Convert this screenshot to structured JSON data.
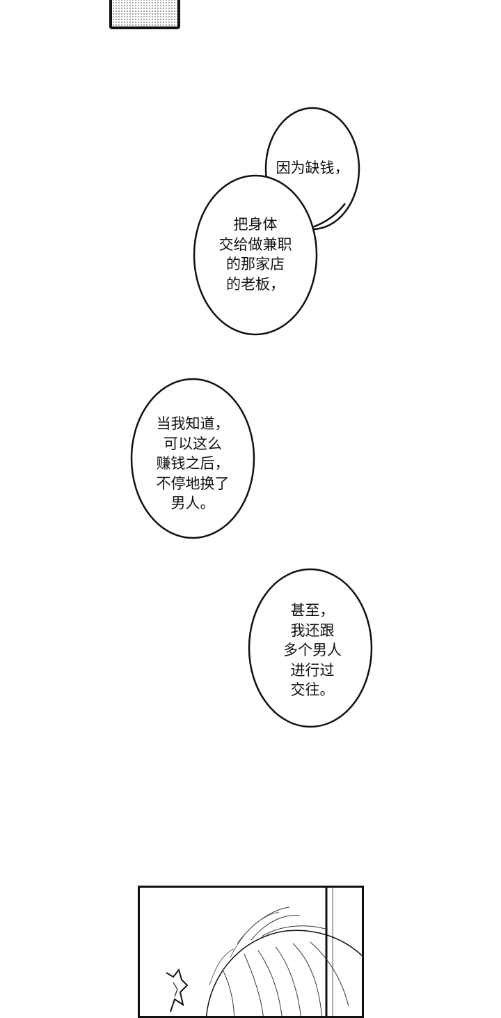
{
  "bubbles": {
    "b1": {
      "text": "因为缺钱，"
    },
    "b2": {
      "text": "把身体\n交给做兼职\n的那家店\n的老板，"
    },
    "b3": {
      "text": "当我知道，\n可以这么\n赚钱之后，\n不停地换了\n男人。"
    },
    "b4": {
      "text": "甚至，\n我还跟\n多个男人\n进行过\n交往。"
    }
  },
  "colors": {
    "ink": "#111111",
    "paper": "#ffffff",
    "screentone": "#8a8a8a"
  },
  "icons": {
    "top_panel": "screentone-panel",
    "bottom_panel": "manga-hair-illustration"
  }
}
